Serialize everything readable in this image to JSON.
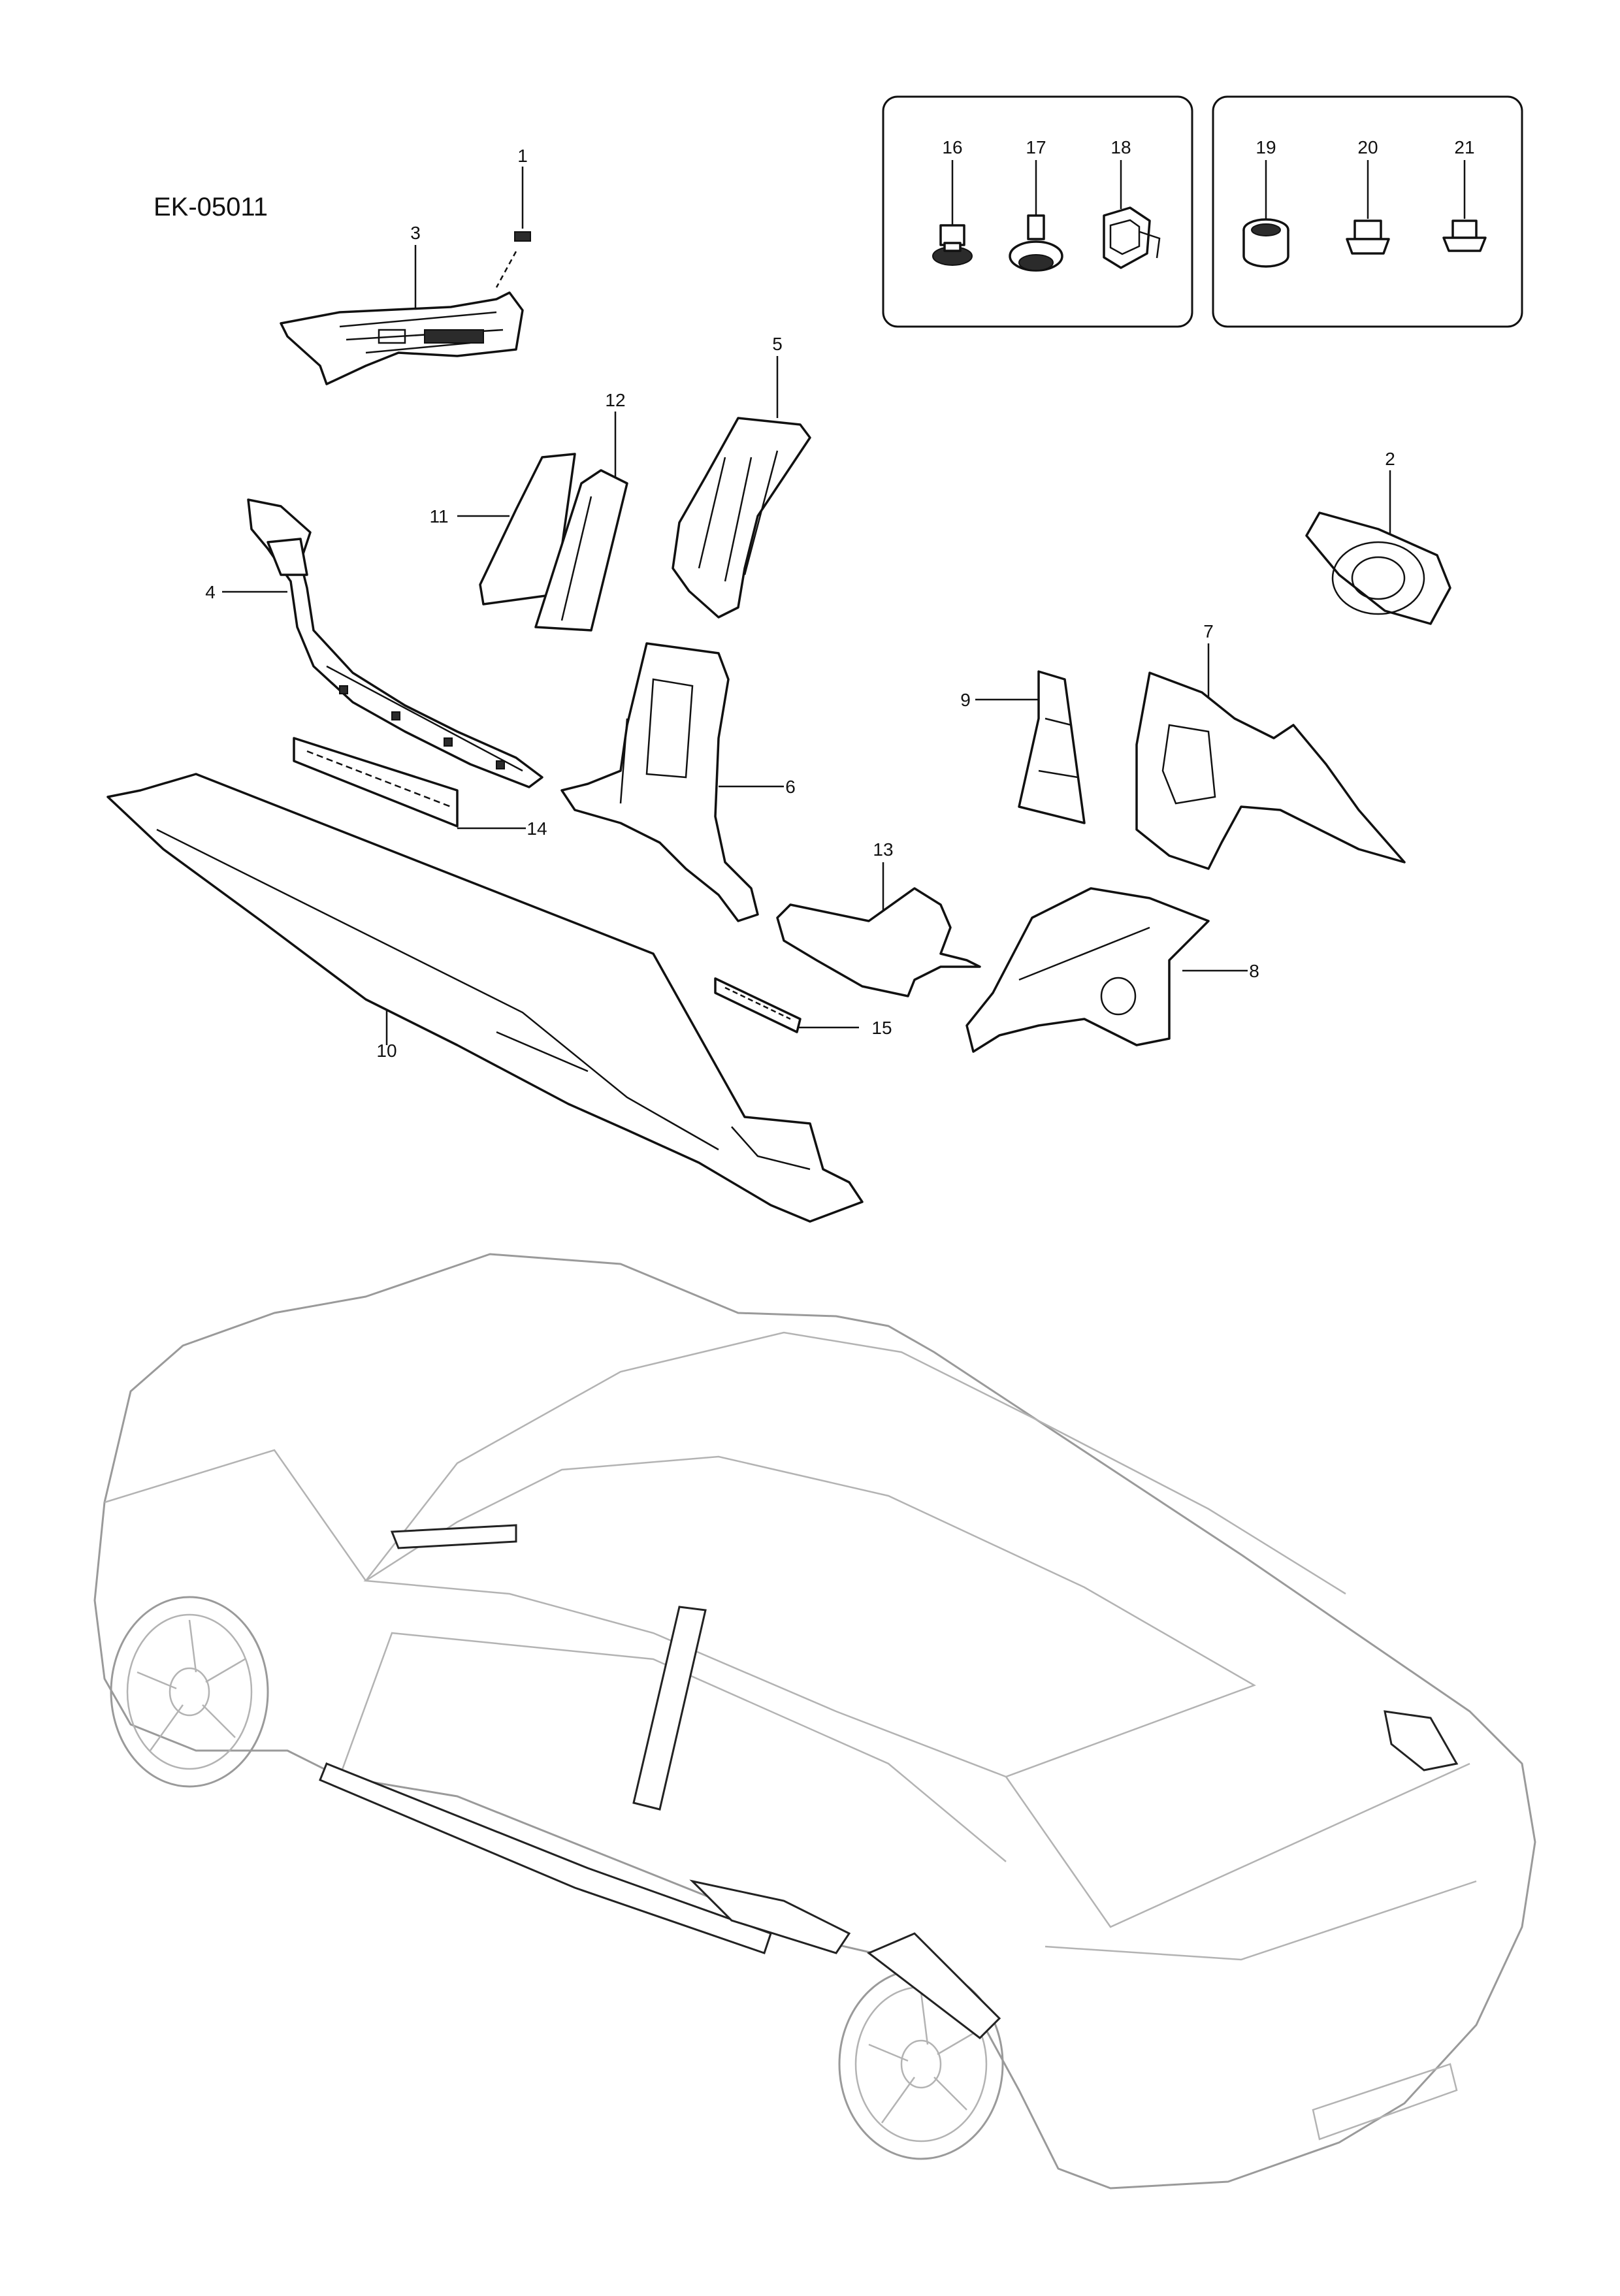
{
  "diagram_code": "EK-05011",
  "callouts": [
    "1",
    "2",
    "3",
    "4",
    "5",
    "6",
    "7",
    "8",
    "9",
    "10",
    "11",
    "12",
    "13",
    "14",
    "15",
    "16",
    "17",
    "18",
    "19",
    "20",
    "21"
  ],
  "fastener_box_1": [
    "16",
    "17",
    "18"
  ],
  "fastener_box_2": [
    "19",
    "20",
    "21"
  ],
  "colors": {
    "line": "#111111",
    "vehicle_outline": "#9a9a9a",
    "background": "#ffffff"
  }
}
